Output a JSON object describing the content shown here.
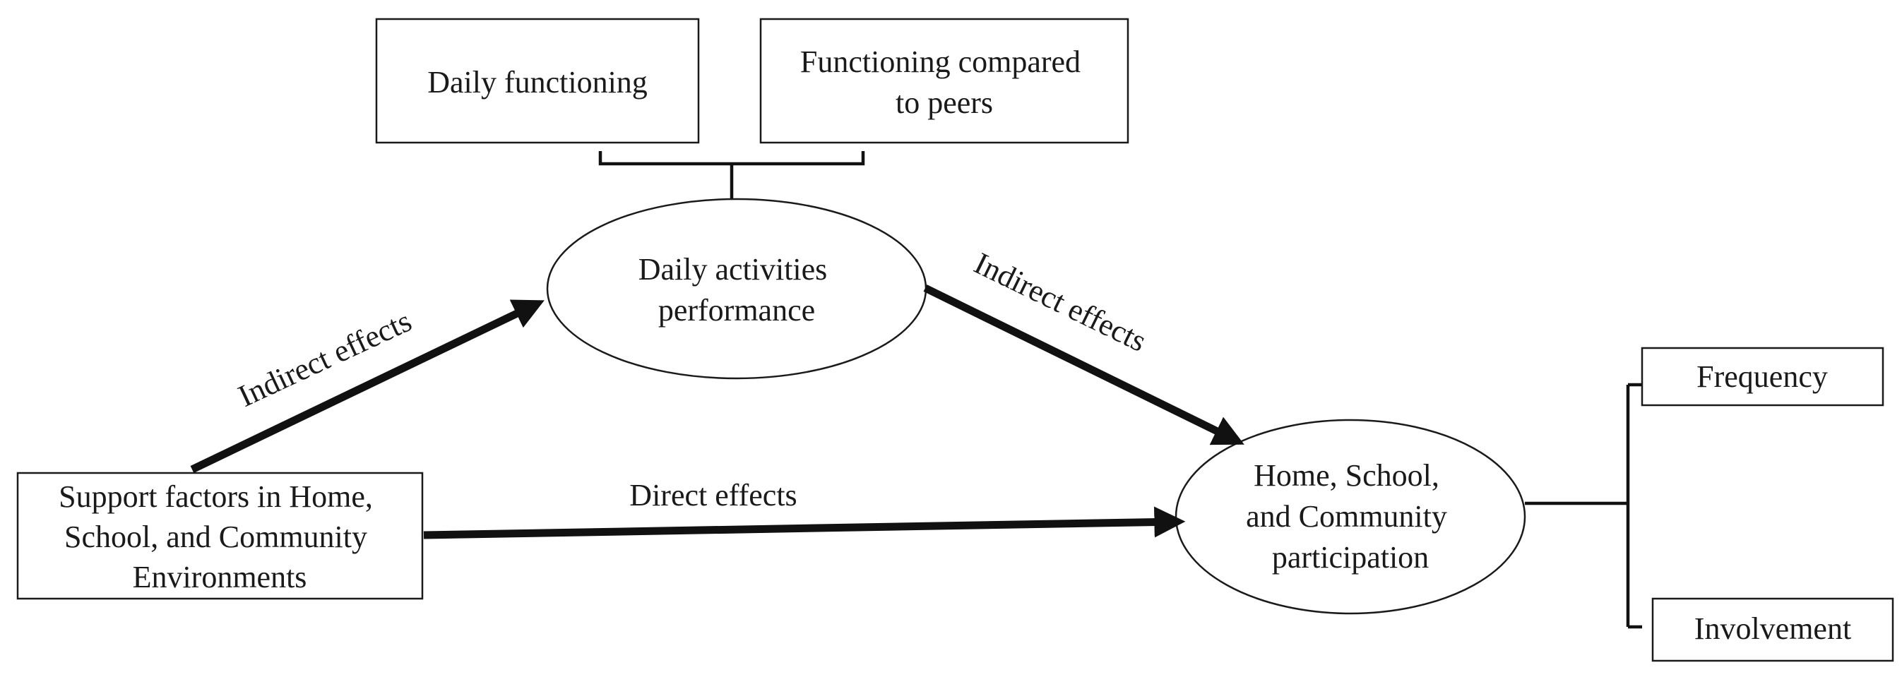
{
  "colors": {
    "stroke": "#111111",
    "background": "#ffffff",
    "text": "#1a1a1a"
  },
  "nodes": {
    "daily_functioning": {
      "lines": [
        "Daily functioning"
      ]
    },
    "functioning_compared": {
      "lines": [
        "Functioning compared",
        "to peers"
      ]
    },
    "daily_activities": {
      "lines": [
        "Daily activities",
        "performance"
      ]
    },
    "support_factors": {
      "lines": [
        "Support factors in Home,",
        "School, and Community",
        "Environments"
      ]
    },
    "participation": {
      "lines": [
        "Home, School,",
        "and Community",
        "participation"
      ]
    },
    "frequency": {
      "lines": [
        "Frequency"
      ]
    },
    "involvement": {
      "lines": [
        "Involvement"
      ]
    }
  },
  "edges": {
    "indirect_effects_left": "Indirect effects",
    "indirect_effects_right": "Indirect effects",
    "direct_effects": "Direct effects"
  }
}
